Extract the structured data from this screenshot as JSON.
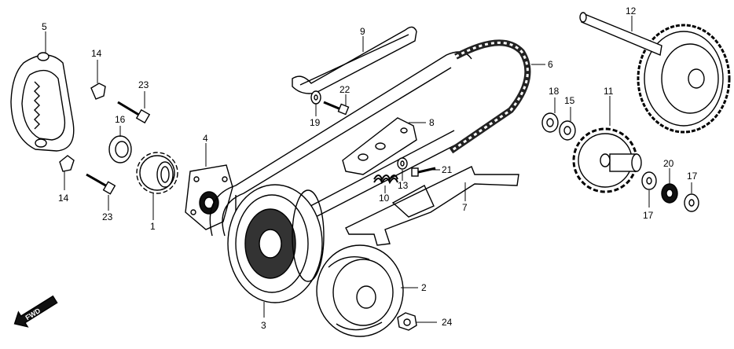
{
  "labels": {
    "l1": "1",
    "l2": "2",
    "l3": "3",
    "l4": "4",
    "l5": "5",
    "l6": "6",
    "l7": "7",
    "l8": "8",
    "l9": "9",
    "l10": "10",
    "l11": "11",
    "l12": "12",
    "l13": "13",
    "l14a": "14",
    "l14b": "14",
    "l15": "15",
    "l16": "16",
    "l17a": "17",
    "l17b": "17",
    "l18": "18",
    "l19": "19",
    "l20": "20",
    "l21": "21",
    "l22": "22",
    "l23a": "23",
    "l23b": "23",
    "l24": "24"
  },
  "fwd": "FWD"
}
